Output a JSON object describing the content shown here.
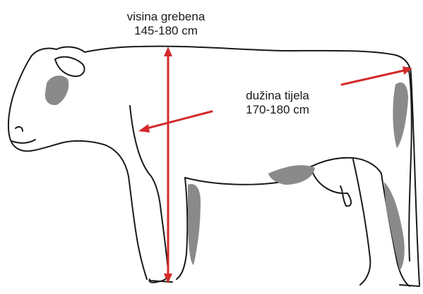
{
  "annotations": {
    "withers_height": {
      "label": "visina grebena",
      "value": "145-180 cm"
    },
    "body_length": {
      "label": "dužina tijela",
      "value": "170-180 cm"
    }
  },
  "colors": {
    "arrow": "#d42a2a",
    "outline": "#1a1a1a",
    "patch": "#8a8a8a"
  },
  "icons": [
    "cow-illustration",
    "arrow-icon"
  ]
}
